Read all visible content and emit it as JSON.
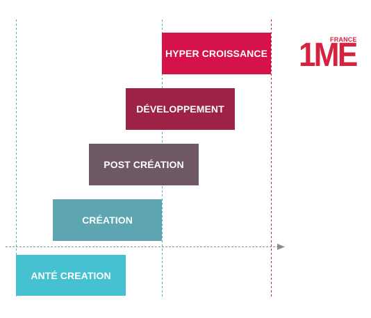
{
  "stages": [
    {
      "key": "hyper",
      "label": "HYPER CROISSANCE",
      "color": "#d6124a"
    },
    {
      "key": "dev",
      "label": "DÉVELOPPEMENT",
      "color": "#9e2146"
    },
    {
      "key": "post",
      "label": "POST CRÉATION",
      "color": "#6f5866"
    },
    {
      "key": "creation",
      "label": "CRÉATION",
      "color": "#5ea5b2"
    },
    {
      "key": "ante",
      "label": "ANTÉ CREATION",
      "color": "#45c1d2"
    }
  ],
  "logo": {
    "main": "1ME",
    "sub": "FRANCE",
    "color": "#d6213f"
  },
  "colors": {
    "guide_teal": "#3fb8c8",
    "guide_red": "#d6124a",
    "axis": "#8c8c8c"
  }
}
